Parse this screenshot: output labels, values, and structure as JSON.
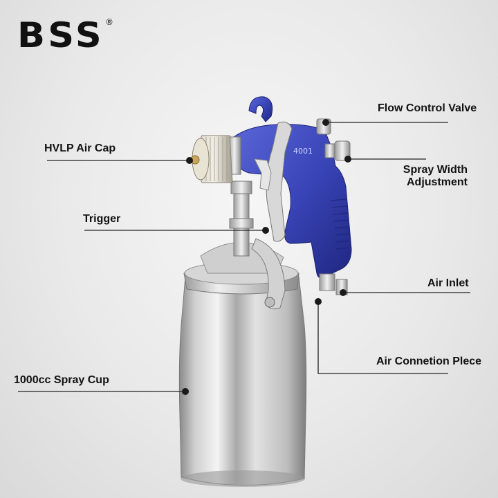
{
  "brand": {
    "logo": "BSS",
    "registered_mark": "®"
  },
  "product": {
    "model_marking": "4001"
  },
  "callouts": {
    "flow_control_valve": "Flow Control Valve",
    "hvlp_air_cap": "HVLP Air Cap",
    "spray_width_line1": "Spray Width",
    "spray_width_line2": "Adjustment",
    "trigger": "Trigger",
    "air_inlet": "Air Inlet",
    "air_connection_piece": "Air Connetion Plece",
    "spray_cup": "1000cc Spray Cup"
  },
  "colors": {
    "gun_body": "#3a45b8",
    "gun_shadow": "#232c8a",
    "metal": "#c9c9c9",
    "leader_line": "#222222"
  }
}
